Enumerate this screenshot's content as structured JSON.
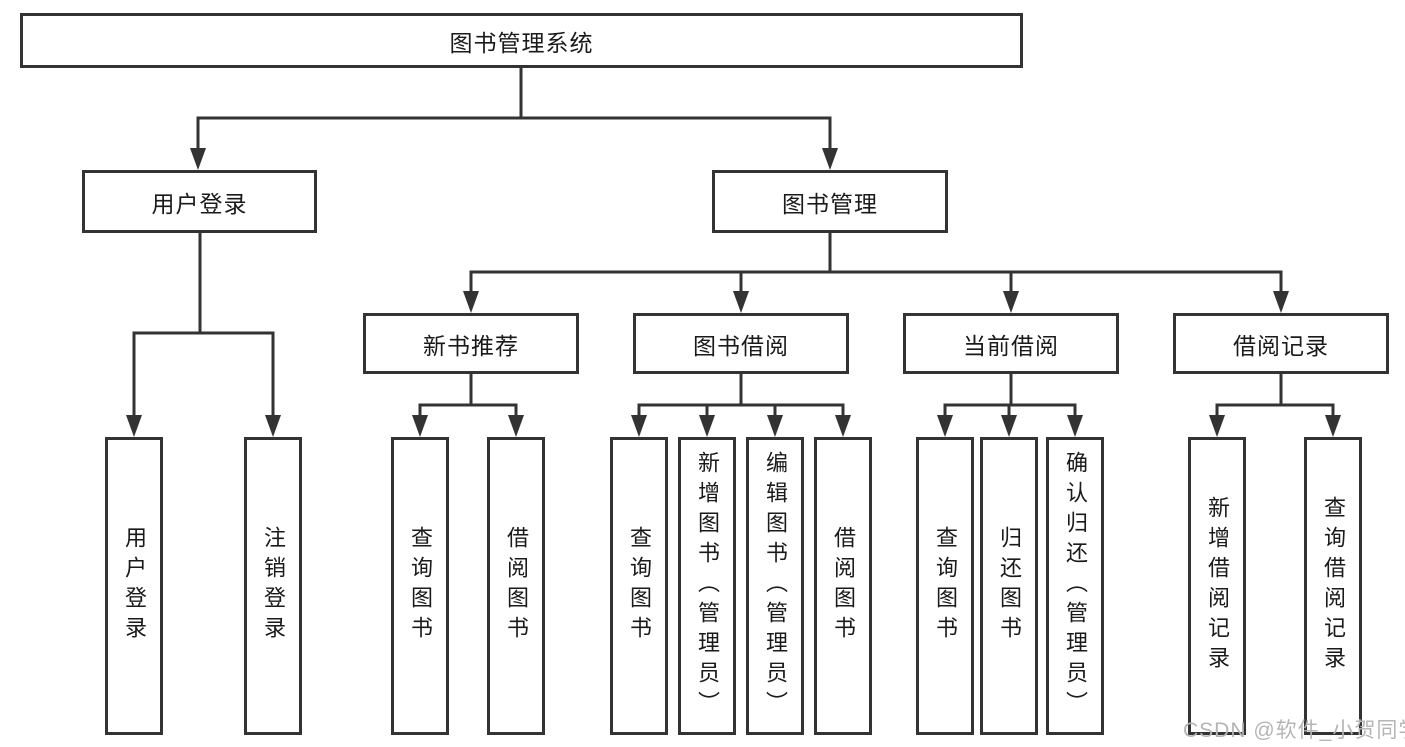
{
  "diagram": {
    "root": {
      "label": "图书管理系统"
    },
    "branches": [
      {
        "label": "用户登录",
        "children": [
          {
            "label": "用户登录"
          },
          {
            "label": "注销登录"
          }
        ]
      },
      {
        "label": "图书管理",
        "groups": [
          {
            "label": "新书推荐",
            "children": [
              {
                "label": "查询图书"
              },
              {
                "label": "借阅图书"
              }
            ]
          },
          {
            "label": "图书借阅",
            "children": [
              {
                "label": "查询图书"
              },
              {
                "label": "新增图书（管理员）"
              },
              {
                "label": "编辑图书（管理员）"
              },
              {
                "label": "借阅图书"
              }
            ]
          },
          {
            "label": "当前借阅",
            "children": [
              {
                "label": "查询图书"
              },
              {
                "label": "归还图书"
              },
              {
                "label": "确认归还（管理员）"
              }
            ]
          },
          {
            "label": "借阅记录",
            "children": [
              {
                "label": "新增借阅记录"
              },
              {
                "label": "查询借阅记录"
              }
            ]
          }
        ]
      }
    ]
  },
  "watermark": {
    "text": "CSDN @软件_小贺同学"
  },
  "colors": {
    "line": "#333333",
    "box_border": "#333333",
    "box_fill": "#ffffff",
    "text": "#1a1a1a",
    "watermark": "#b5b5b5",
    "background": "#ffffff"
  }
}
